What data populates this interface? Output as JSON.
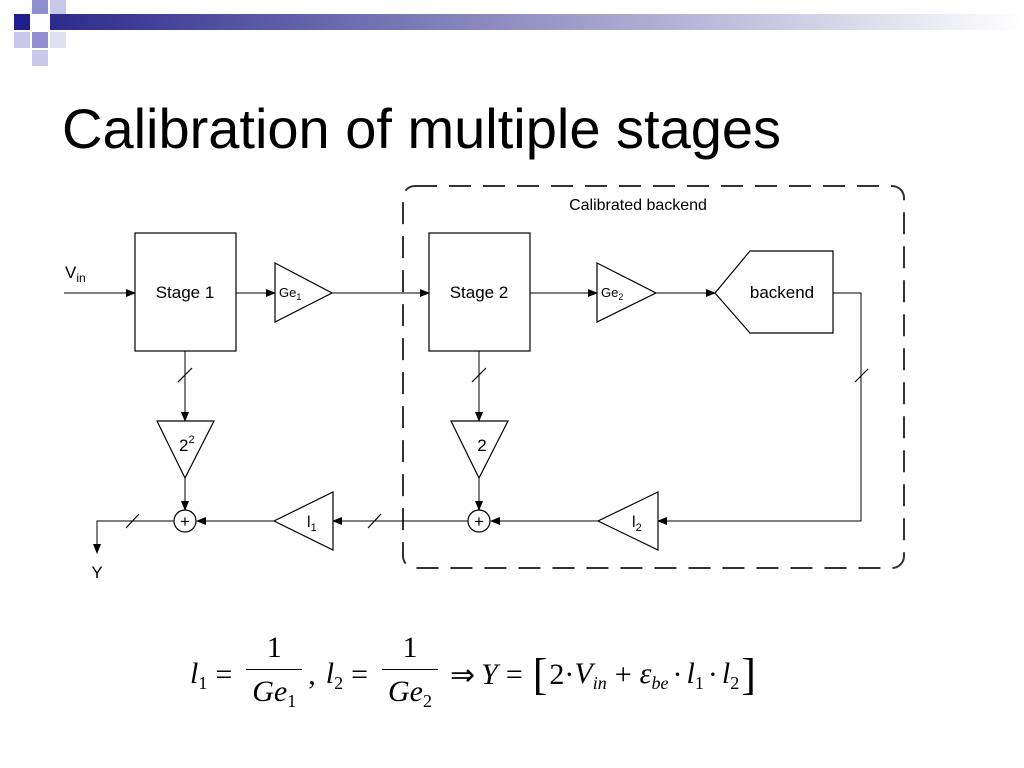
{
  "slide": {
    "title": "Calibration of multiple stages",
    "accent_color": "#1f1f8f"
  },
  "diagram": {
    "region_label": "Calibrated backend",
    "input_label": "V",
    "input_sub": "in",
    "output_label": "Y",
    "stage1_label": "Stage 1",
    "stage2_label": "Stage 2",
    "backend_label": "backend",
    "gain1_label": "Ge",
    "gain1_sub": "1",
    "gain2_label": "Ge",
    "gain2_sub": "2",
    "scale1_label": "2",
    "scale1_sup": "2",
    "scale2_label": "2",
    "l1_label": "l",
    "l1_sub": "1",
    "l2_label": "l",
    "l2_sub": "2",
    "sum_symbol": "+"
  },
  "formula": {
    "l": "l",
    "sub1": "1",
    "sub2": "2",
    "equals": "=",
    "one": "1",
    "ge": "Ge",
    "comma": ",",
    "implies": "⇒",
    "y": "Y",
    "open_bracket": "[",
    "close_bracket": "]",
    "two": "2",
    "dot": "·",
    "v": "V",
    "in": "in",
    "plus": "+",
    "epsilon": "ε",
    "be": "be"
  }
}
